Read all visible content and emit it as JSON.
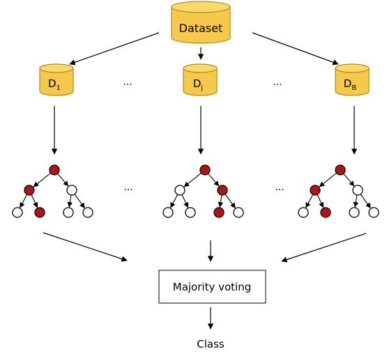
{
  "dataset": {
    "label": "Dataset"
  },
  "subsets": [
    {
      "base": "D",
      "sub": "1"
    },
    {
      "base": "D",
      "sub": "j"
    },
    {
      "base": "D",
      "sub": "B"
    }
  ],
  "ellipsis": "...",
  "voting": {
    "label": "Majority voting"
  },
  "output": {
    "label": "Class"
  },
  "colors": {
    "cylinder_fill": "#f6c94a",
    "cylinder_top": "#f9d96a",
    "cylinder_stroke": "#b58a16",
    "node_red": "#b11414",
    "node_white": "#ffffff",
    "stroke": "#000000"
  },
  "trees": [
    {
      "highlighted": [
        "root",
        "L",
        "LR"
      ]
    },
    {
      "highlighted": [
        "root",
        "R",
        "RL"
      ]
    },
    {
      "highlighted": [
        "root",
        "L",
        "LR"
      ]
    }
  ]
}
